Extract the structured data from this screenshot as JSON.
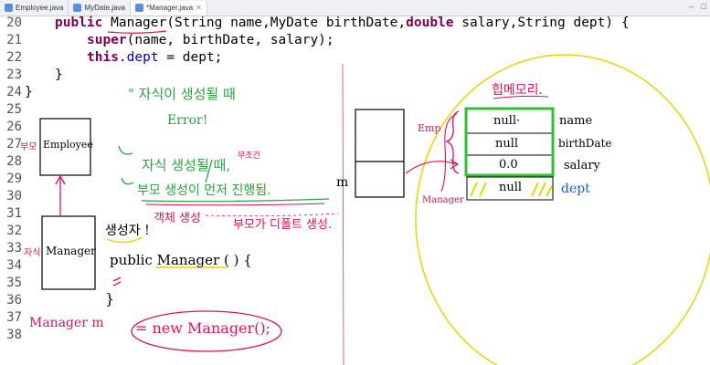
{
  "tabs": [
    {
      "label": "Employee.java",
      "active": false
    },
    {
      "label": "MyDate.java",
      "active": false
    },
    {
      "label": "*Manager.java",
      "active": true
    }
  ],
  "window_controls": [
    "–",
    "□"
  ],
  "line_numbers": [
    "20",
    "21",
    "22",
    "23",
    "24",
    "25",
    "26",
    "27",
    "28",
    "29",
    "30",
    "31",
    "32",
    "33",
    "34",
    "35",
    "36",
    "37",
    "38"
  ],
  "code": {
    "l20_kw": "public",
    "l20_a": " ",
    "l20_ctor": "Manager",
    "l20_b": "(String name,MyDate birthDate,",
    "l20_kw2": "double",
    "l20_c": " salary,String dept) {",
    "l21_kw": "super",
    "l21_a": "(name, birthDate, salary);",
    "l22_kw": "this",
    "l22_a": ".",
    "l22_fld": "dept",
    "l22_b": " = dept;",
    "l23": "}",
    "l24": "}"
  },
  "annotations": {
    "child_created": "\" 자식이 생성될 때",
    "error": "Error!",
    "child_created2": "자식 생성될 때,",
    "parent_first": "부모 생성이 먼저 진행됨.",
    "auto_small": "무조건",
    "object_created": "객체 생성",
    "default_ctor": "부모가 디폴트 생성.",
    "ctor_label": "생성자 !",
    "employee_box": "Employee",
    "manager_box": "Manager",
    "parent_mark": "부모",
    "child_mark": "자식",
    "public_manager": "public Manager ( ) {",
    "brace": "}",
    "new_stmt_left": "Manager m",
    "new_stmt_right": "= new Manager();",
    "m_label": "m",
    "heap_title": "힙메모리.",
    "emp_label": "Emp",
    "manager_label": "Manager",
    "cell_name": "null·",
    "cell_birth": "null",
    "cell_salary": "0.0",
    "cell_dept": "null",
    "f_name": "name",
    "f_birth": "birthDate",
    "f_salary": "salary",
    "f_dept": "dept"
  },
  "colors": {
    "keyword": "#7f0055",
    "field": "#0000c0",
    "green_ink": "#2aa340",
    "red_ink": "#e0105a",
    "yellow_ink": "#e8d400",
    "blue_ink": "#1d5fd0",
    "heap_border": "#30c030"
  }
}
